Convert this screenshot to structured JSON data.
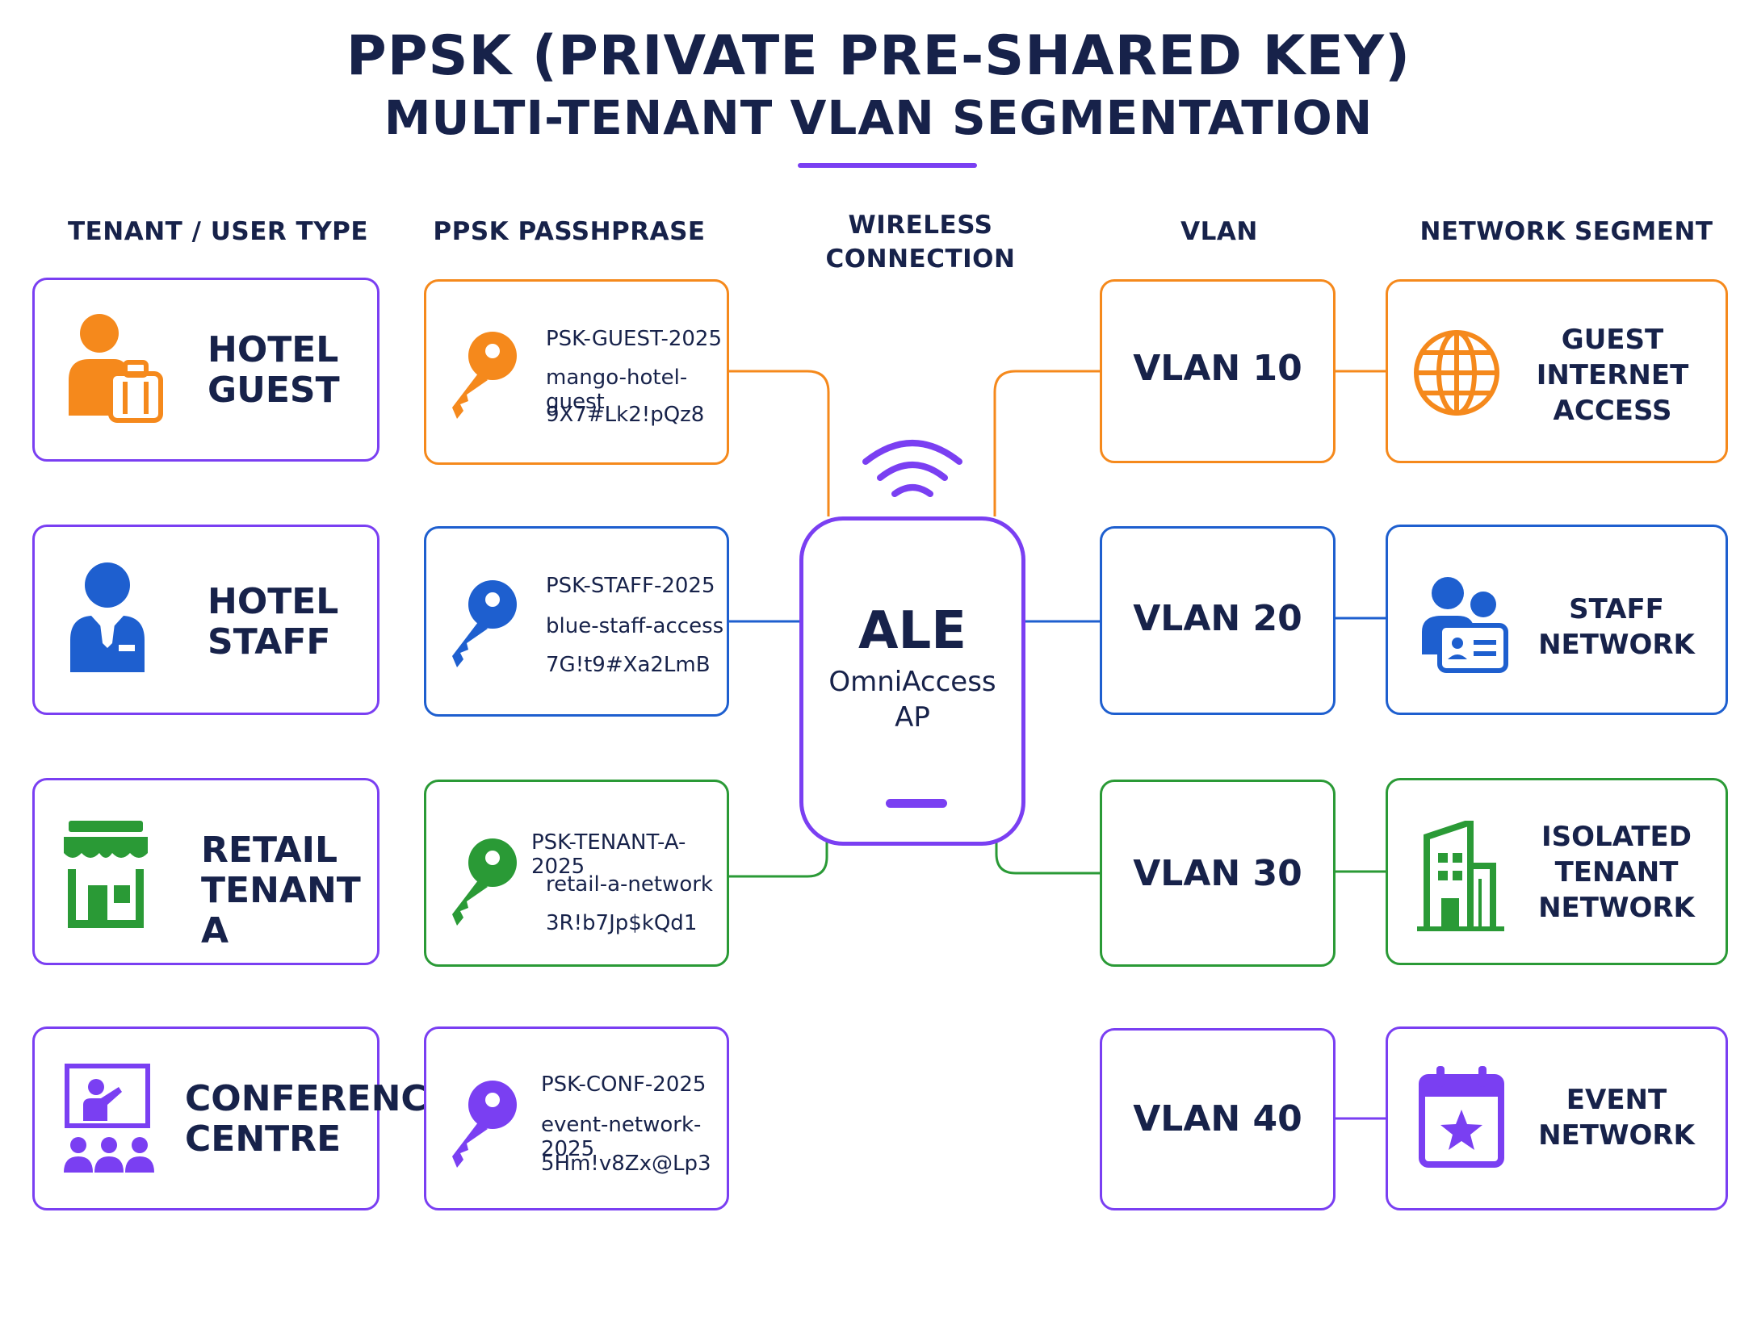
{
  "title": {
    "line1": "PPSK (PRIVATE PRE-SHARED KEY)",
    "line2": "MULTI-TENANT VLAN SEGMENTATION"
  },
  "columns": {
    "tenant": "TENANT / USER TYPE",
    "passphrase": "PPSK PASSHPRASE",
    "wireless": "WIRELESS\nCONNECTION",
    "vlan": "VLAN",
    "segment": "NETWORK SEGMENT"
  },
  "colors": {
    "orange": "#f5891c",
    "blue": "#1e5fcf",
    "green": "#2a9a36",
    "purple": "#7a3ff2",
    "navy": "#17224a"
  },
  "rows": [
    {
      "color": "#f5891c",
      "tenant": "HOTEL\nGUEST",
      "tenant_icon": "hotel-guest-luggage-icon",
      "psk": [
        "PSK-GUEST-2025",
        "mango-hotel-guest",
        "9X7#Lk2!pQz8"
      ],
      "vlan": "VLAN 10",
      "segment": "GUEST\nINTERNET\nACCESS",
      "segment_icon": "globe-icon"
    },
    {
      "color": "#1e5fcf",
      "tenant": "HOTEL\nSTAFF",
      "tenant_icon": "hotel-staff-icon",
      "psk": [
        "PSK-STAFF-2025",
        "blue-staff-access",
        "7G!t9#Xa2LmB"
      ],
      "vlan": "VLAN 20",
      "segment": "STAFF\nNETWORK",
      "segment_icon": "staff-badge-icon"
    },
    {
      "color": "#2a9a36",
      "tenant": "RETAIL\nTENANT A",
      "tenant_icon": "storefront-icon",
      "psk": [
        "PSK-TENANT-A-2025",
        "retail-a-network",
        "3R!b7Jp$kQd1"
      ],
      "vlan": "VLAN 30",
      "segment": "ISOLATED\nTENANT\nNETWORK",
      "segment_icon": "office-building-icon"
    },
    {
      "color": "#7a3ff2",
      "tenant": "CONFERENCE\nCENTRE",
      "tenant_icon": "conference-presenter-icon",
      "psk": [
        "PSK-CONF-2025",
        "event-network-2025",
        "5Hm!v8Zx@Lp3"
      ],
      "vlan": "VLAN 40",
      "segment": "EVENT\nNETWORK",
      "segment_icon": "calendar-star-icon"
    }
  ],
  "ap": {
    "brand": "ALE",
    "model": "OmniAccess\nAP",
    "wifi_icon": "wifi-icon"
  }
}
